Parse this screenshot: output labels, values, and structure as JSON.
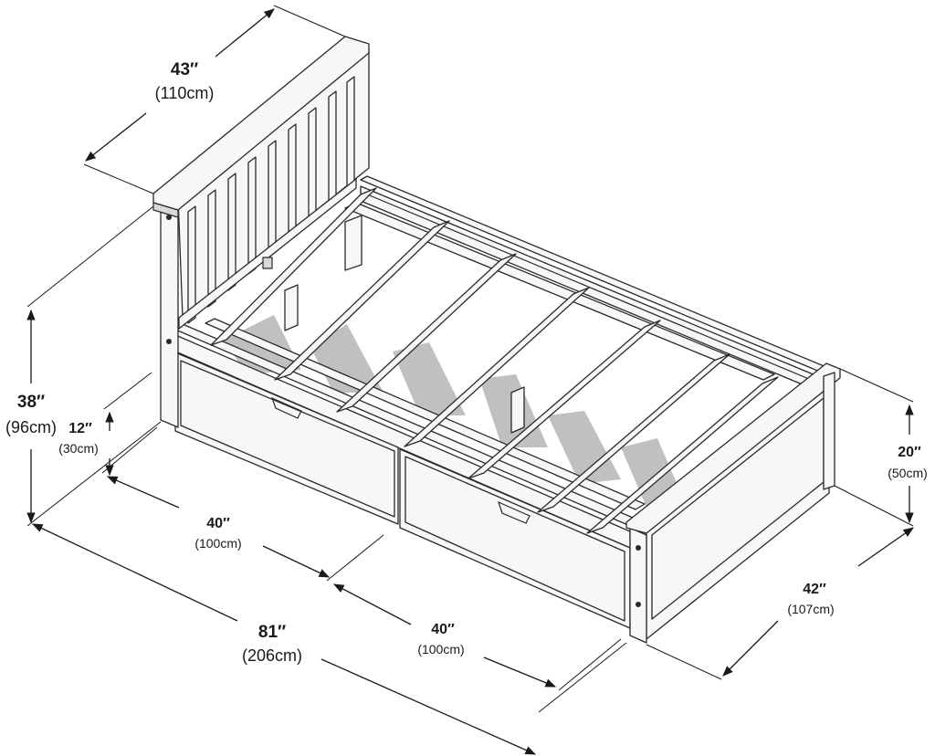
{
  "dimensions": {
    "headboard_width": {
      "inches": "43″",
      "cm": "(110cm)"
    },
    "total_height": {
      "inches": "38″",
      "cm": "(96cm)"
    },
    "rail_height": {
      "inches": "12″",
      "cm": "(30cm)"
    },
    "drawer_left": {
      "inches": "40″",
      "cm": "(100cm)"
    },
    "drawer_right": {
      "inches": "40″",
      "cm": "(100cm)"
    },
    "total_length": {
      "inches": "81″",
      "cm": "(206cm)"
    },
    "footboard_height": {
      "inches": "20″",
      "cm": "(50cm)"
    },
    "footboard_width": {
      "inches": "42″",
      "cm": "(107cm)"
    }
  },
  "colors": {
    "line": "#1a1a1a",
    "wood": "#f7f7f7",
    "shadow": "#8c8c8c"
  }
}
